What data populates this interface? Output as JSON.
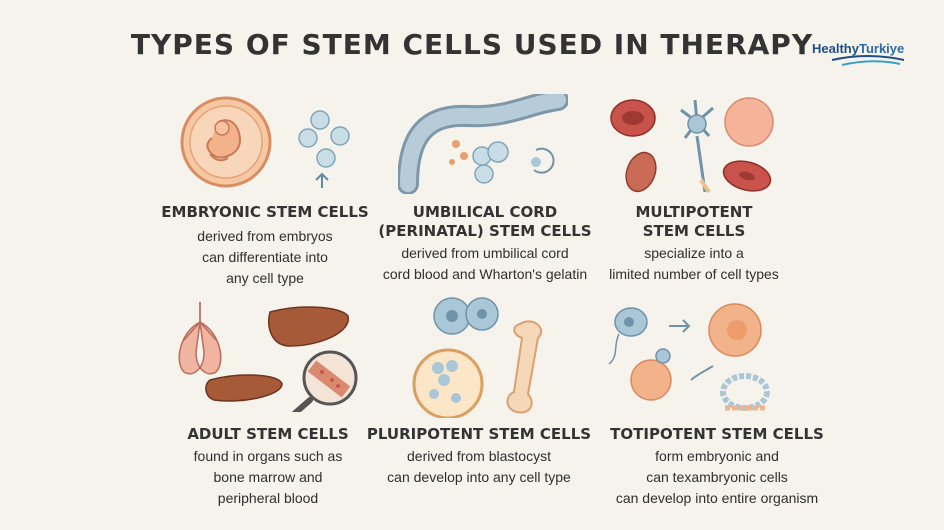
{
  "title": "TYPES OF STEM CELLS USED IN THERAPY",
  "logo": {
    "part1": "Healthy",
    "part2": "Turkiye"
  },
  "cards": [
    {
      "title_lines": [
        "EMBRYONIC STEM CELLS"
      ],
      "desc_lines": [
        "derived from embryos",
        "can differentiate into",
        "any cell type"
      ]
    },
    {
      "title_lines": [
        "UMBILICAL CORD",
        "(PERINATAL) STEM CELLS"
      ],
      "desc_lines": [
        "derived from umbilical cord",
        "cord blood and Wharton's gelatin"
      ]
    },
    {
      "title_lines": [
        "MULTIPOTENT",
        "STEM CELLS"
      ],
      "desc_lines": [
        "specialize into a",
        "limited number of cell types"
      ]
    },
    {
      "title_lines": [
        "ADULT STEM CELLS"
      ],
      "desc_lines": [
        "found in organs such as",
        "bone marrow and",
        "peripheral blood"
      ]
    },
    {
      "title_lines": [
        "PLURIPOTENT STEM CELLS"
      ],
      "desc_lines": [
        "derived from blastocyst",
        "can develop into any cell type"
      ]
    },
    {
      "title_lines": [
        "TOTIPOTENT STEM CELLS"
      ],
      "desc_lines": [
        "form embryonic and",
        "can texambryonic cells",
        "can develop into entire organism"
      ]
    }
  ],
  "colors": {
    "background": "#f6f2ec",
    "text": "#2b2b2b",
    "cell_blue": "#a9c7d6",
    "tissue_orange": "#f2b38a",
    "organ_red": "#c9534a"
  }
}
